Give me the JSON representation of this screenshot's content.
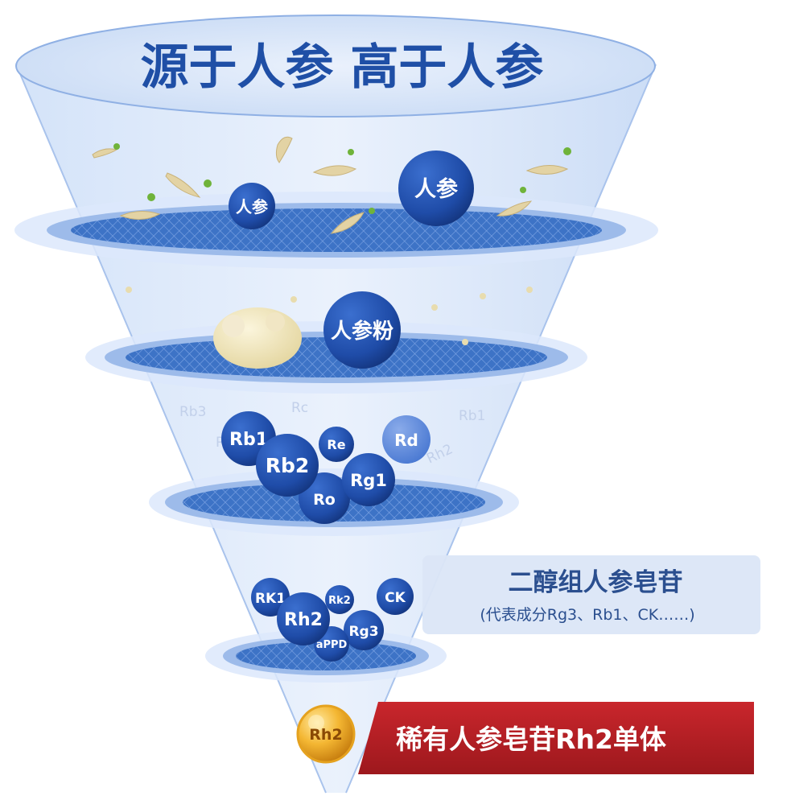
{
  "title": "源于人参 高于人参",
  "level1": {
    "bubbles": [
      "人参",
      "人参"
    ]
  },
  "level2": {
    "bubble": "人参粉"
  },
  "level3": {
    "bubbles": [
      "Rb1",
      "Rb2",
      "Re",
      "Rd",
      "Rg1",
      "Ro"
    ],
    "ghost_labels": [
      "Rb3",
      "Rc",
      "Rb1",
      "Rh2",
      "R"
    ]
  },
  "level4": {
    "bubbles": [
      "RK1",
      "Rh2",
      "Rk2",
      "CK",
      "Rg3",
      "aPPD"
    ],
    "label_main": "二醇组人参皂苷",
    "label_sub": "(代表成分Rg3、Rb1、CK……)"
  },
  "level5": {
    "coin": "Rh2",
    "label": "稀有人参皂苷Rh2单体"
  },
  "colors": {
    "title": "#1f4fa6",
    "bubble_dark": "#1d4aa3",
    "bubble_light": "#5a86dc",
    "funnel": "#bcd2f2",
    "rare_banner": "#b41f24",
    "label_panel": "#dbe6f7"
  }
}
